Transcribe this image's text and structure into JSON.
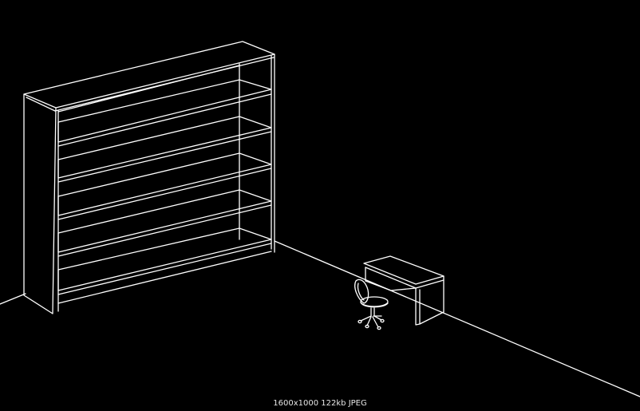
{
  "image_info": {
    "resolution": "1600x1000",
    "file_size": "122kb",
    "format": "JPEG"
  },
  "colors": {
    "background": "#000000",
    "line": "#ffffff"
  }
}
